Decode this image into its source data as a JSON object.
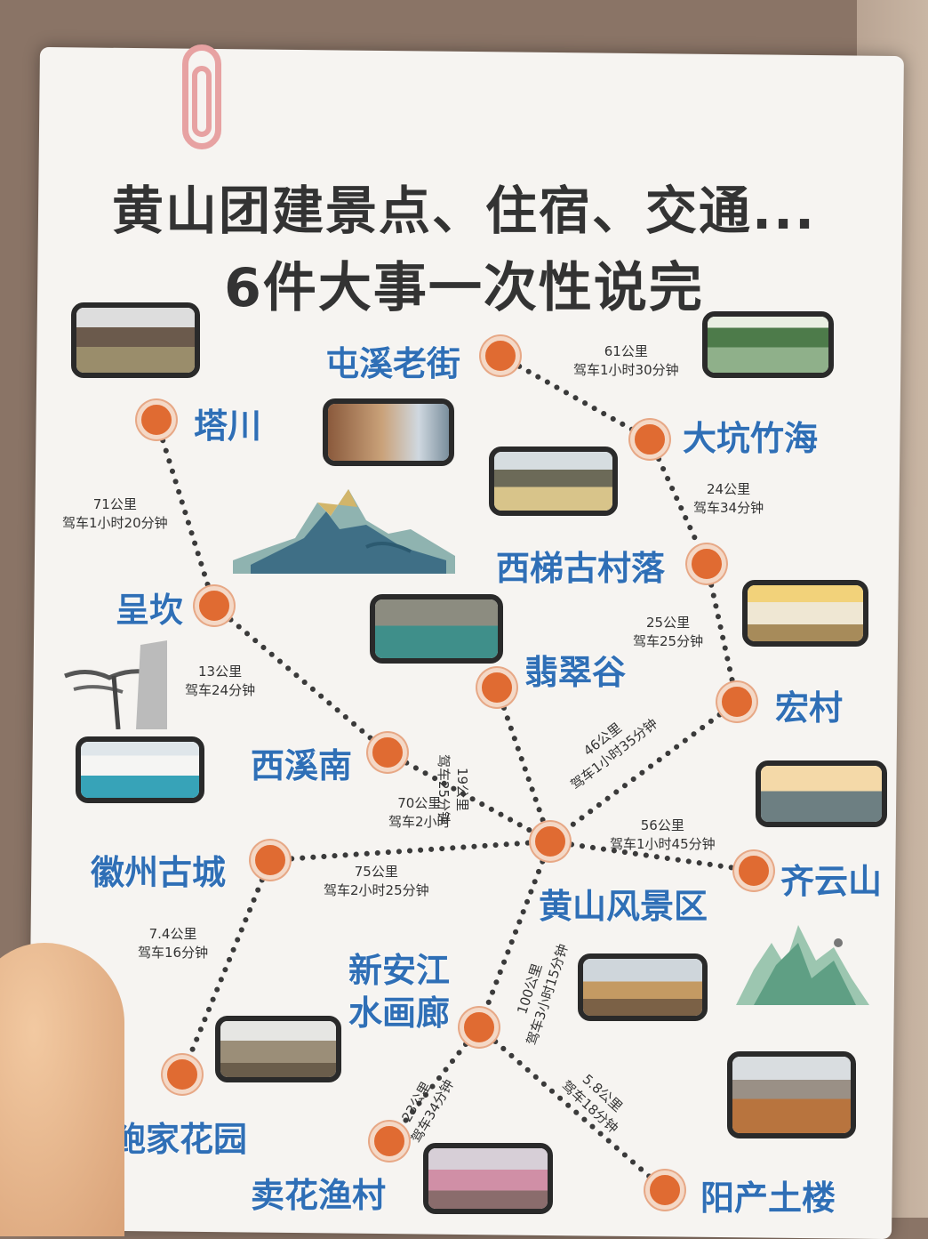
{
  "title": {
    "line1": "黄山团建景点、住宿、交通...",
    "line2": "6件大事一次性说完"
  },
  "places": {
    "tachuan": "塔川",
    "tunxi": "屯溪老街",
    "dakeng": "大坑竹海",
    "chengkan": "呈坎",
    "xiti": "西梯古村落",
    "feicui": "翡翠谷",
    "hongcun": "宏村",
    "xixinan": "西溪南",
    "huizhou": "徽州古城",
    "huangshan": "黄山风景区",
    "qiyun": "齐云山",
    "xinanjiang_1": "新安江",
    "xinanjiang_2": "水画廊",
    "baojia": "鲍家花园",
    "maihua": "卖花渔村",
    "yangchan": "阳产土楼"
  },
  "distances": {
    "tunxi_dakeng": {
      "km": "61公里",
      "time": "驾车1小时30分钟"
    },
    "tachuan_chengkan": {
      "km": "71公里",
      "time": "驾车1小时20分钟"
    },
    "dakeng_xiti": {
      "km": "24公里",
      "time": "驾车34分钟"
    },
    "xiti_hongcun": {
      "km": "25公里",
      "time": "驾车25分钟"
    },
    "chengkan_xixinan": {
      "km": "13公里",
      "time": "驾车24分钟"
    },
    "feicui_huangshan": {
      "km": "19公里",
      "time": "驾车25分钟"
    },
    "hongcun_huangshan": {
      "km": "46公里",
      "time": "驾车1小时35分钟"
    },
    "xixinan_huangshan": {
      "km": "70公里",
      "time": "驾车2小时"
    },
    "huangshan_qiyun": {
      "km": "56公里",
      "time": "驾车1小时45分钟"
    },
    "huizhou_huangshan": {
      "km": "75公里",
      "time": "驾车2小时25分钟"
    },
    "huizhou_baojia": {
      "km": "7.4公里",
      "time": "驾车16分钟"
    },
    "huangshan_xinanjiang": {
      "km": "100公里",
      "time": "驾车3小时15分钟"
    },
    "xinanjiang_maihua": {
      "km": "23公里",
      "time": "驾车34分钟"
    },
    "xinanjiang_yangchan": {
      "km": "5.8公里",
      "time": "驾车18分钟"
    }
  },
  "colors": {
    "dot": "#e06b32",
    "label": "#2f6fb6",
    "route": "#3a3a3a",
    "title": "#333333"
  }
}
